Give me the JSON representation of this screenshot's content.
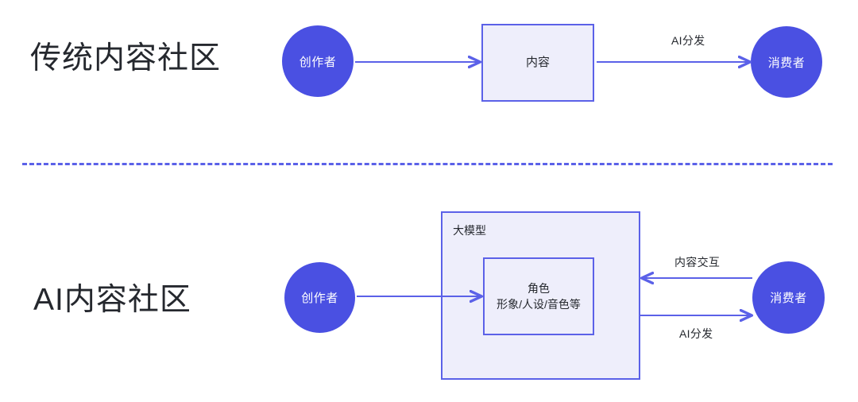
{
  "diagram": {
    "title_traditional": "传统内容社区",
    "title_ai": "AI内容社区",
    "accent_color": "#5b61e8",
    "circle_fill": "#4a50e2",
    "box_fill": "#eeeefb",
    "text_color": "#25282e",
    "background": "#ffffff",
    "divider_style": "dashed"
  },
  "row_traditional": {
    "creator_label": "创作者",
    "content_label": "内容",
    "consumer_label": "消费者",
    "edge_creator_to_content": "",
    "edge_content_to_consumer": "AI分发"
  },
  "row_ai": {
    "creator_label": "创作者",
    "bigmodel_label": "大模型",
    "role_label_line1": "角色",
    "role_label_line2": "形象/人设/音色等",
    "consumer_label": "消费者",
    "edge_creator_to_role": "",
    "edge_consumer_to_model": "内容交互",
    "edge_model_to_consumer": "AI分发"
  }
}
